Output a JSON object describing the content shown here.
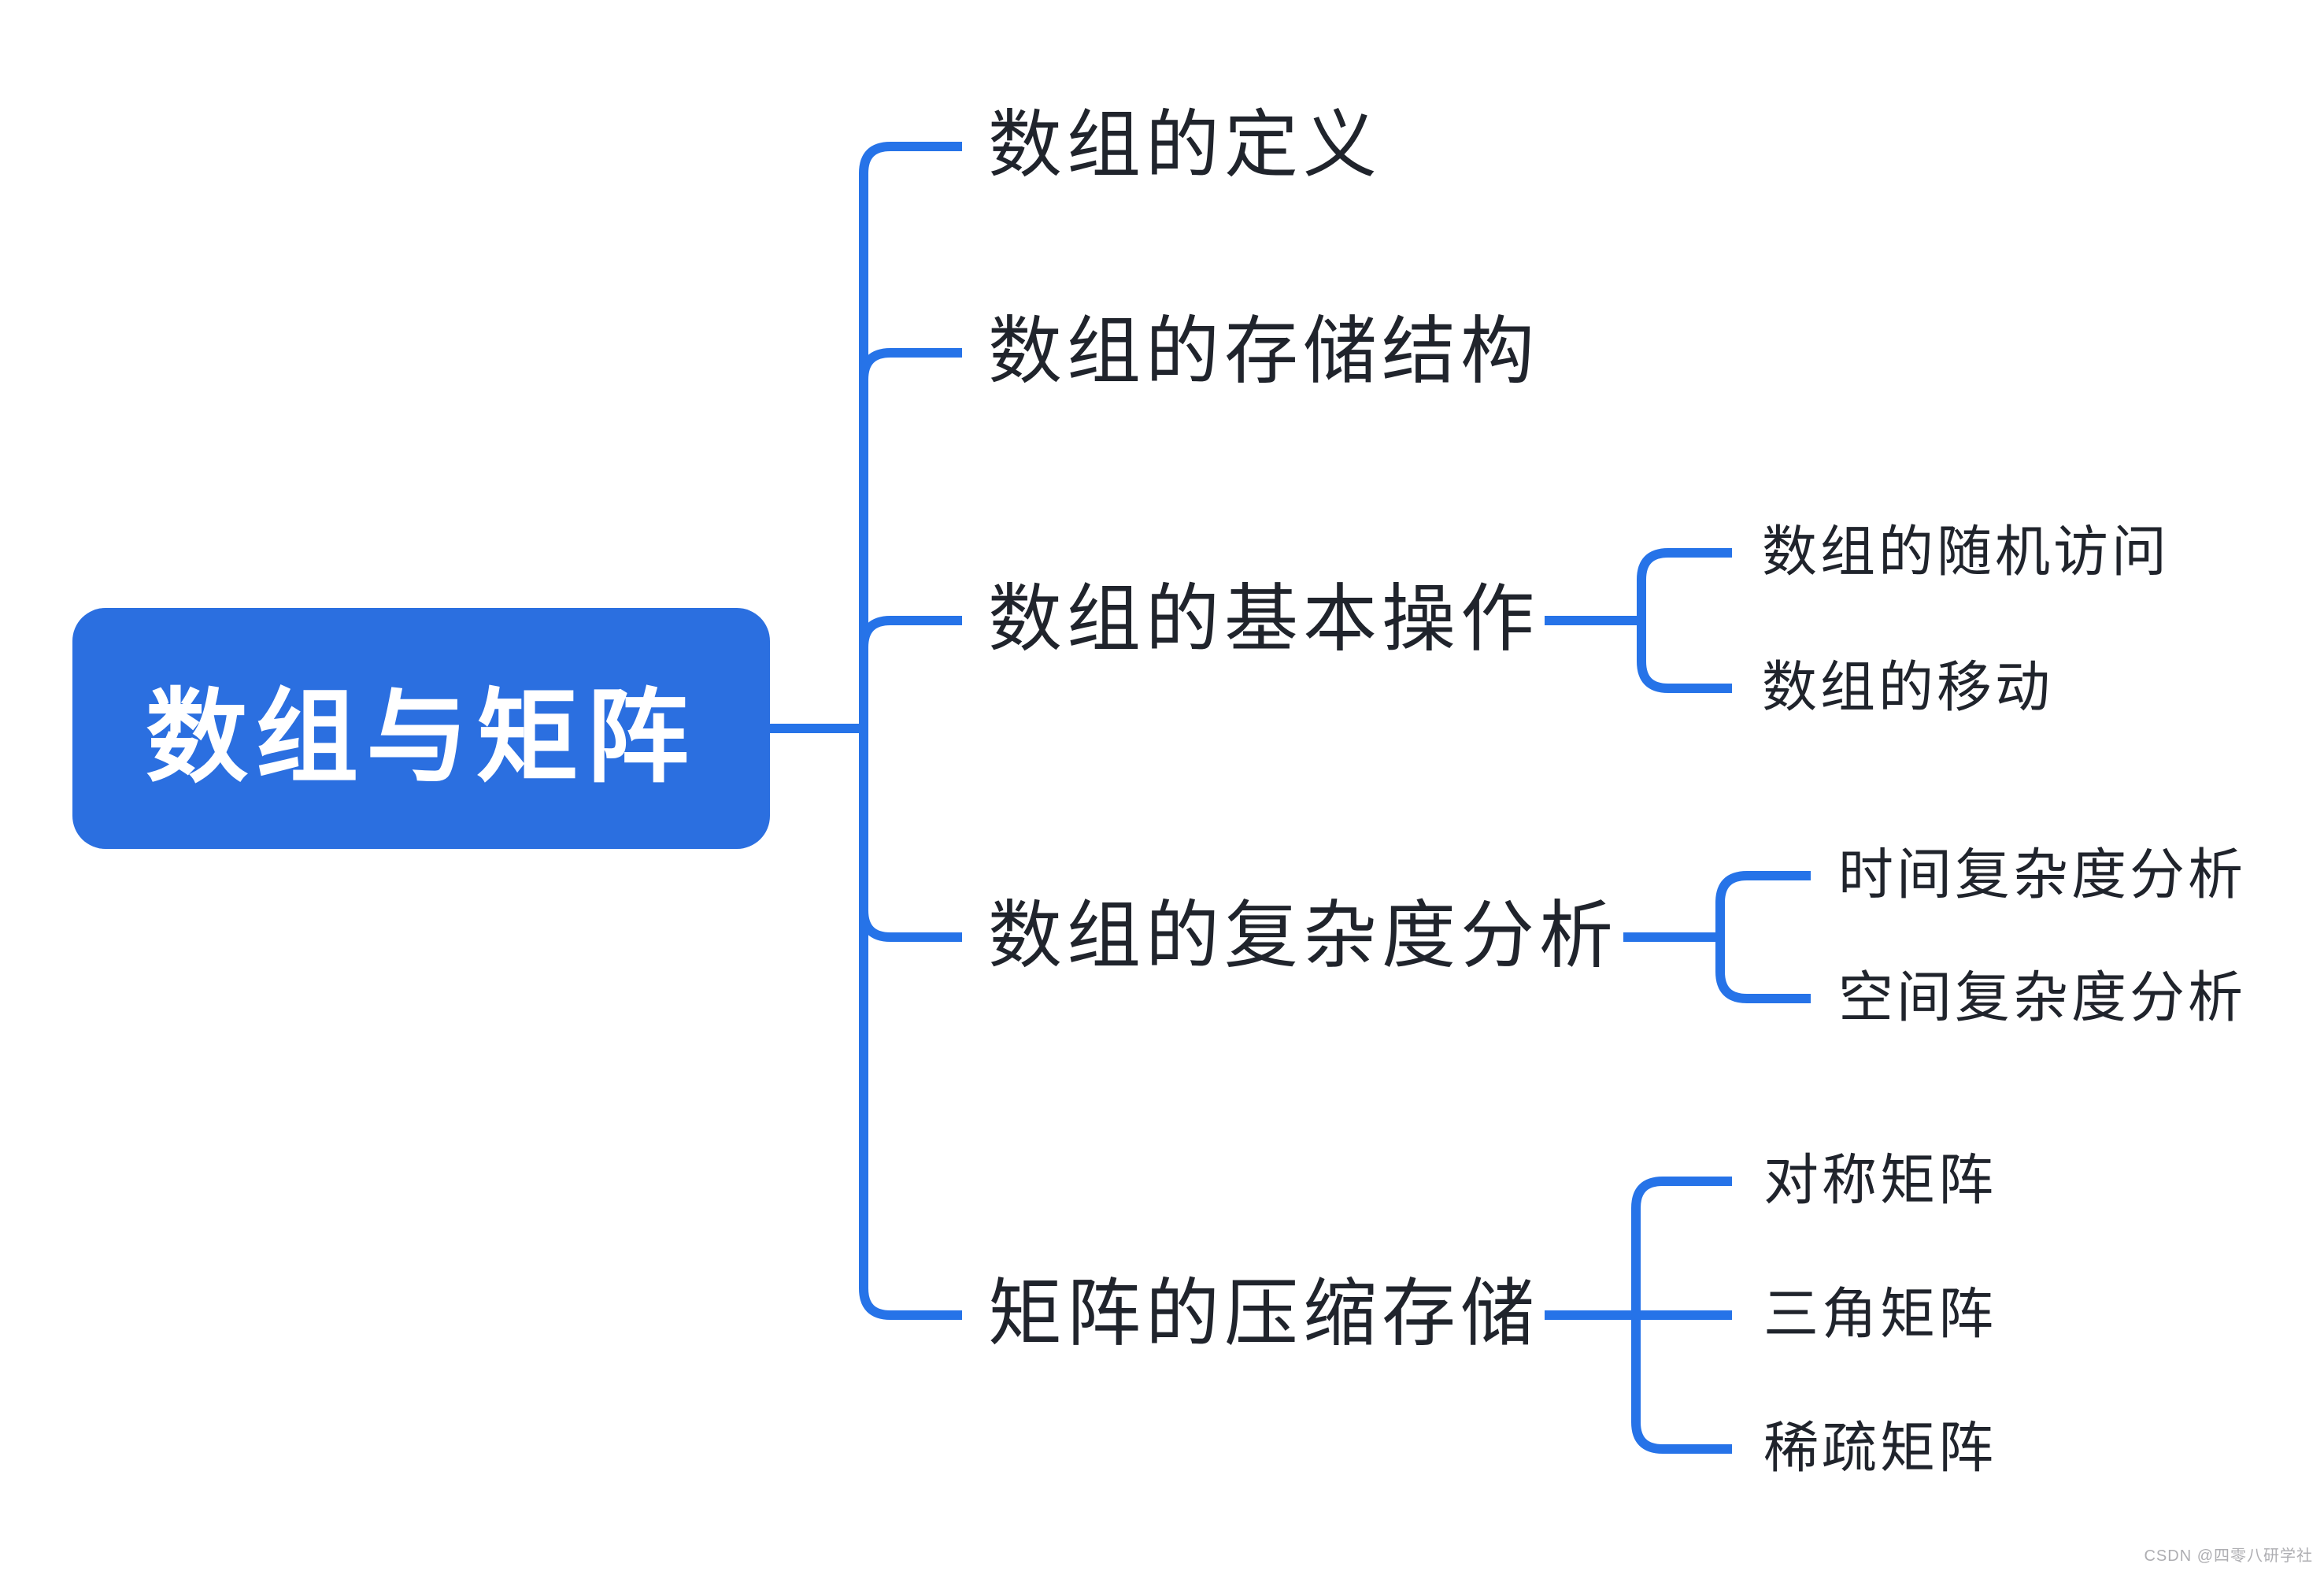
{
  "root": {
    "label": "数组与矩阵"
  },
  "branches": [
    {
      "label": "数组的定义",
      "children": []
    },
    {
      "label": "数组的存储结构",
      "children": []
    },
    {
      "label": "数组的基本操作",
      "children": [
        {
          "label": "数组的随机访问"
        },
        {
          "label": "数组的移动"
        }
      ]
    },
    {
      "label": "数组的复杂度分析",
      "children": [
        {
          "label": "时间复杂度分析"
        },
        {
          "label": "空间复杂度分析"
        }
      ]
    },
    {
      "label": "矩阵的压缩存储",
      "children": [
        {
          "label": "对称矩阵"
        },
        {
          "label": "三角矩阵"
        },
        {
          "label": "稀疏矩阵"
        }
      ]
    }
  ],
  "watermark": "CSDN @四零八研学社",
  "colors": {
    "root_fill": "#2b6fe0",
    "connector": "#2673e8",
    "text": "#20242c",
    "watermark_text": "#aeaeb2",
    "background": "#ffffff"
  }
}
